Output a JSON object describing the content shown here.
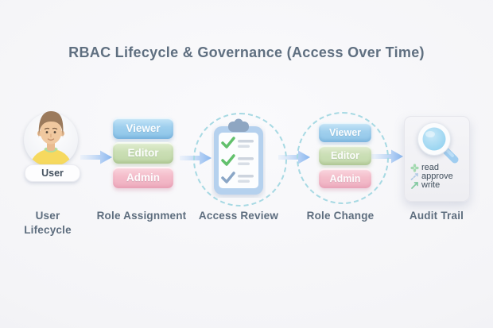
{
  "title": "RBAC Lifecycle & Governance (Access Over Time)",
  "stages": [
    {
      "caption": "User Lifecycle",
      "badge": "User",
      "icon": "user-avatar"
    },
    {
      "caption": "Role Assignment",
      "roles": [
        "Viewer",
        "Editor",
        "Admin"
      ]
    },
    {
      "caption": "Access Review",
      "icon": "clipboard-checklist"
    },
    {
      "caption": "Role Change",
      "roles": [
        "Viewer",
        "Editor",
        "Admin"
      ]
    },
    {
      "caption": "Audit Trail",
      "icon": "magnifier",
      "entries": [
        "read",
        "approve",
        "write"
      ]
    }
  ],
  "flow_connector_icon": "arrow-right",
  "colors": {
    "background": "#f3f3f6",
    "title_text": "#5f6f80",
    "caption_text": "#5d6d7e",
    "viewer_badge": "#9ecfee",
    "editor_badge": "#cbdfb5",
    "admin_badge": "#f4bcca",
    "arrow": "#86b4ef",
    "review_ring": "#a7d9e3",
    "user_shirt": "#f6d95f",
    "magnifier_lens": "#8ed0ef",
    "check_green": "#62c06c",
    "check_blue": "#8aa6c6"
  }
}
